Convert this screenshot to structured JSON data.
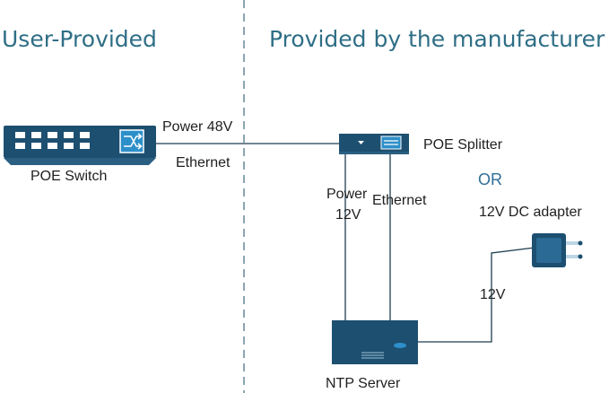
{
  "sections": {
    "left_title": "User-Provided",
    "right_title": "Provided by the manufacturer"
  },
  "devices": {
    "poe_switch": "POE Switch",
    "poe_splitter": "POE Splitter",
    "dc_adapter": "12V DC adapter",
    "ntp_server": "NTP Server",
    "or_label": "OR"
  },
  "connections": {
    "switch_power": "Power 48V",
    "switch_ethernet": "Ethernet",
    "splitter_power_line1": "Power",
    "splitter_power_line2": "12V",
    "splitter_ethernet": "Ethernet",
    "adapter_power": "12V"
  },
  "colors": {
    "device_fill": "#1d4f70",
    "device_accent": "#2d8fc9",
    "line": "#1f3f52",
    "divider": "#3f6a80",
    "title": "#2e6e86",
    "or_text": "#2f6f95"
  },
  "icons": [
    "switch-arrows-icon",
    "ethernet-port-icon",
    "power-plug-icon"
  ]
}
